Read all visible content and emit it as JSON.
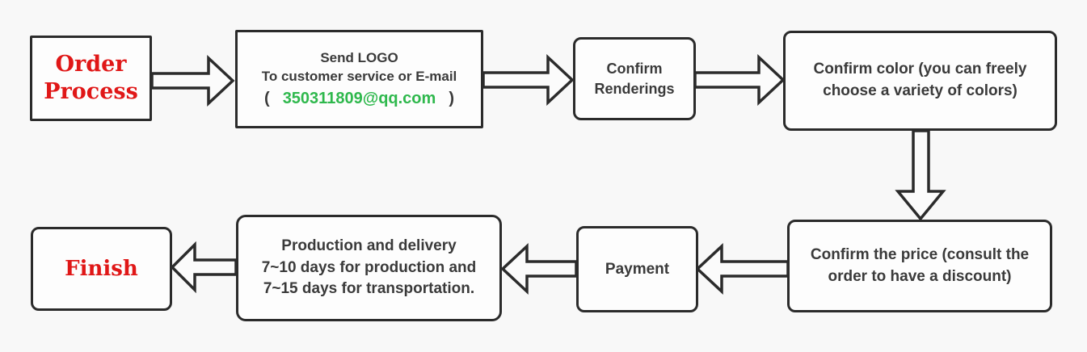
{
  "colors": {
    "page_bg": "#f8f8f8",
    "box_bg": "#fdfdfd",
    "border": "#2b2b2b",
    "heading_red": "#e01717",
    "email_green": "#2fb84d",
    "text_dark": "#3a3a3a"
  },
  "flow": {
    "order": {
      "line1": "Order",
      "line2": "Process"
    },
    "send_logo": {
      "line1": "Send LOGO",
      "line2": "To customer service or E-mail",
      "paren_open": "(",
      "email": "350311809@qq.com",
      "paren_close": ")"
    },
    "renderings": {
      "line1": "Confirm",
      "line2": "Renderings"
    },
    "color": {
      "line1": "Confirm color (you can freely",
      "line2": "choose a variety of colors)"
    },
    "price": {
      "line1": "Confirm the price (consult the",
      "line2": "order to have a discount)"
    },
    "payment": {
      "label": "Payment"
    },
    "production": {
      "line1": "Production and delivery",
      "line2": "7~10 days for production and",
      "line3": "7~15 days for transportation."
    },
    "finish": {
      "label": "Finish"
    }
  }
}
